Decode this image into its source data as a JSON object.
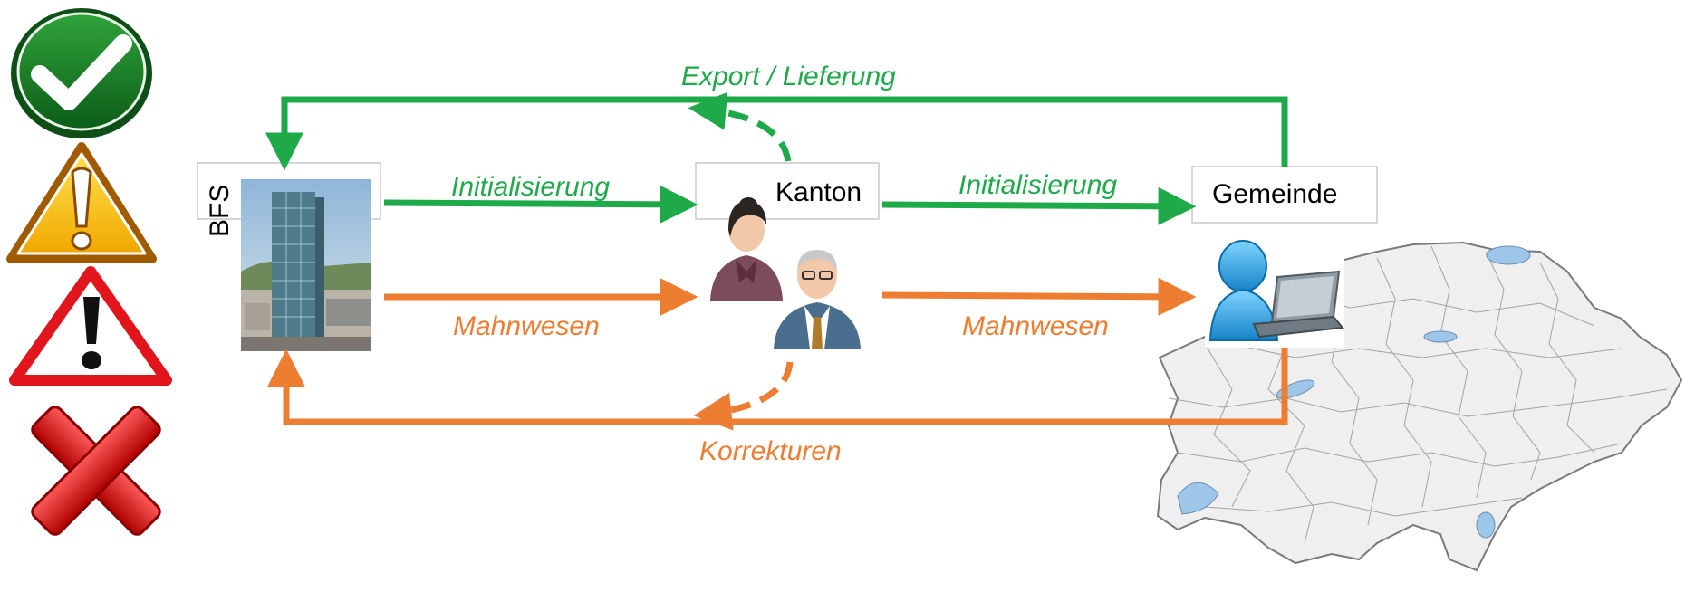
{
  "nodes": {
    "bfs": {
      "label": "BFS"
    },
    "kanton": {
      "label": "Kanton"
    },
    "gemeinde": {
      "label": "Gemeinde"
    }
  },
  "flows": {
    "export": "Export / Lieferung",
    "init_bfs_kanton": "Initialisierung",
    "init_kanton_gemeinde": "Initialisierung",
    "mahn_bfs_kanton": "Mahnwesen",
    "mahn_kanton_gemeinde": "Mahnwesen",
    "korrekturen": "Korrekturen"
  },
  "status_icons": [
    "check-icon",
    "warning-yellow-icon",
    "warning-red-icon",
    "error-x-icon"
  ],
  "colors": {
    "green": "#1faa4a",
    "orange": "#ed7d31",
    "box_border": "#c8c8c8"
  }
}
